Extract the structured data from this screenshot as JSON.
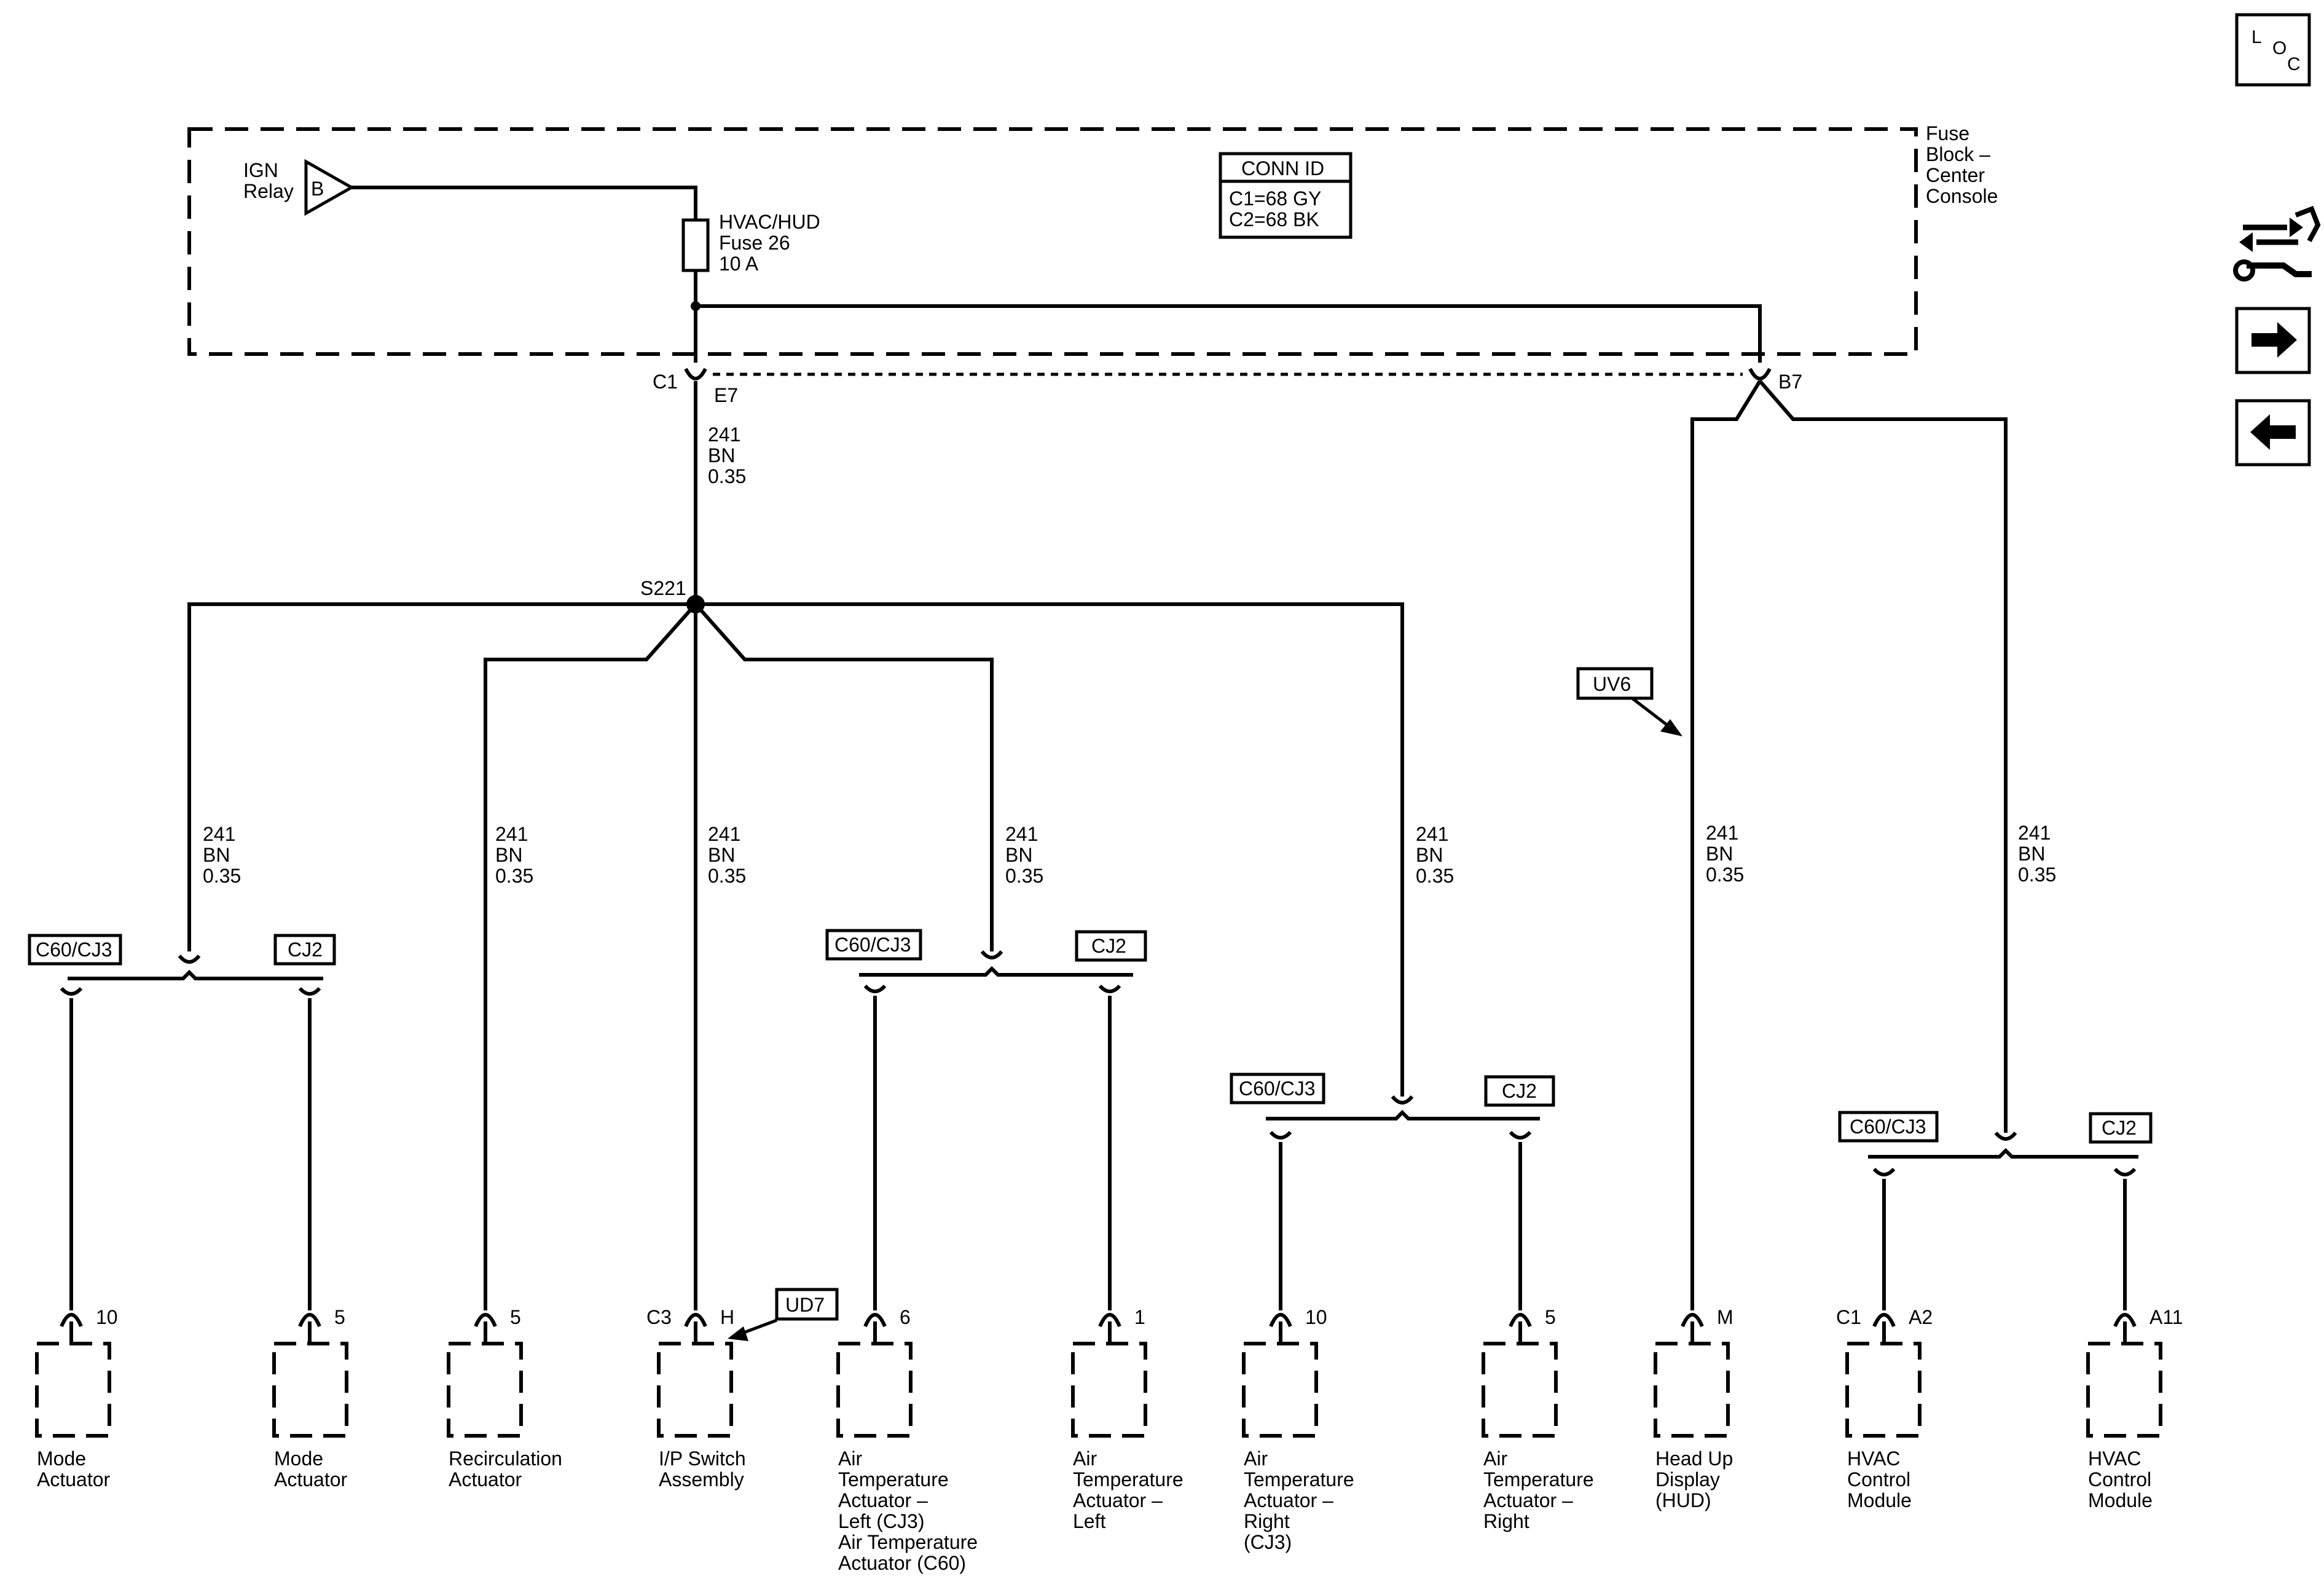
{
  "fuse_block": {
    "name_lines": [
      "Fuse",
      "Block –",
      "Center",
      "Console"
    ]
  },
  "ign_relay": {
    "label_lines": [
      "IGN",
      "Relay"
    ],
    "terminal": "B"
  },
  "fuse": {
    "label_lines": [
      "HVAC/HUD",
      "Fuse 26",
      "10 A"
    ]
  },
  "conn_id": {
    "title": "CONN ID",
    "lines": [
      "C1=68 GY",
      "C2=68 BK"
    ]
  },
  "connectors": {
    "c1": "C1",
    "e7": "E7",
    "b7": "B7"
  },
  "splice": "S221",
  "wire_spec": [
    "241",
    "BN",
    "0.35"
  ],
  "options": {
    "c60_cj3": "C60/CJ3",
    "cj2": "CJ2",
    "uv6": "UV6",
    "ud7": "UD7"
  },
  "components": [
    {
      "pin": "10",
      "connector": "",
      "name_lines": [
        "Mode",
        "Actuator"
      ]
    },
    {
      "pin": "5",
      "connector": "",
      "name_lines": [
        "Mode",
        "Actuator"
      ]
    },
    {
      "pin": "5",
      "connector": "",
      "name_lines": [
        "Recirculation",
        "Actuator"
      ]
    },
    {
      "pin": "H",
      "connector": "C3",
      "name_lines": [
        "I/P Switch",
        "Assembly"
      ]
    },
    {
      "pin": "6",
      "connector": "",
      "name_lines": [
        "Air",
        "Temperature",
        "Actuator –",
        "Left (CJ3)",
        "Air Temperature",
        "Actuator (C60)"
      ]
    },
    {
      "pin": "1",
      "connector": "",
      "name_lines": [
        "Air",
        "Temperature",
        "Actuator –",
        "Left"
      ]
    },
    {
      "pin": "10",
      "connector": "",
      "name_lines": [
        "Air",
        "Temperature",
        "Actuator –",
        "Right",
        "(CJ3)"
      ]
    },
    {
      "pin": "5",
      "connector": "",
      "name_lines": [
        "Air",
        "Temperature",
        "Actuator –",
        "Right"
      ]
    },
    {
      "pin": "M",
      "connector": "",
      "name_lines": [
        "Head Up",
        "Display",
        "(HUD)"
      ]
    },
    {
      "pin": "A2",
      "connector": "C1",
      "name_lines": [
        "HVAC",
        "Control",
        "Module"
      ]
    },
    {
      "pin": "A11",
      "connector": "",
      "name_lines": [
        "HVAC",
        "Control",
        "Module"
      ]
    }
  ],
  "loc_button": {
    "letters": [
      "L",
      "O",
      "C"
    ]
  },
  "icons": [
    "loc-icon",
    "wrench-arrows-icon",
    "arrow-right-icon",
    "arrow-left-icon"
  ]
}
